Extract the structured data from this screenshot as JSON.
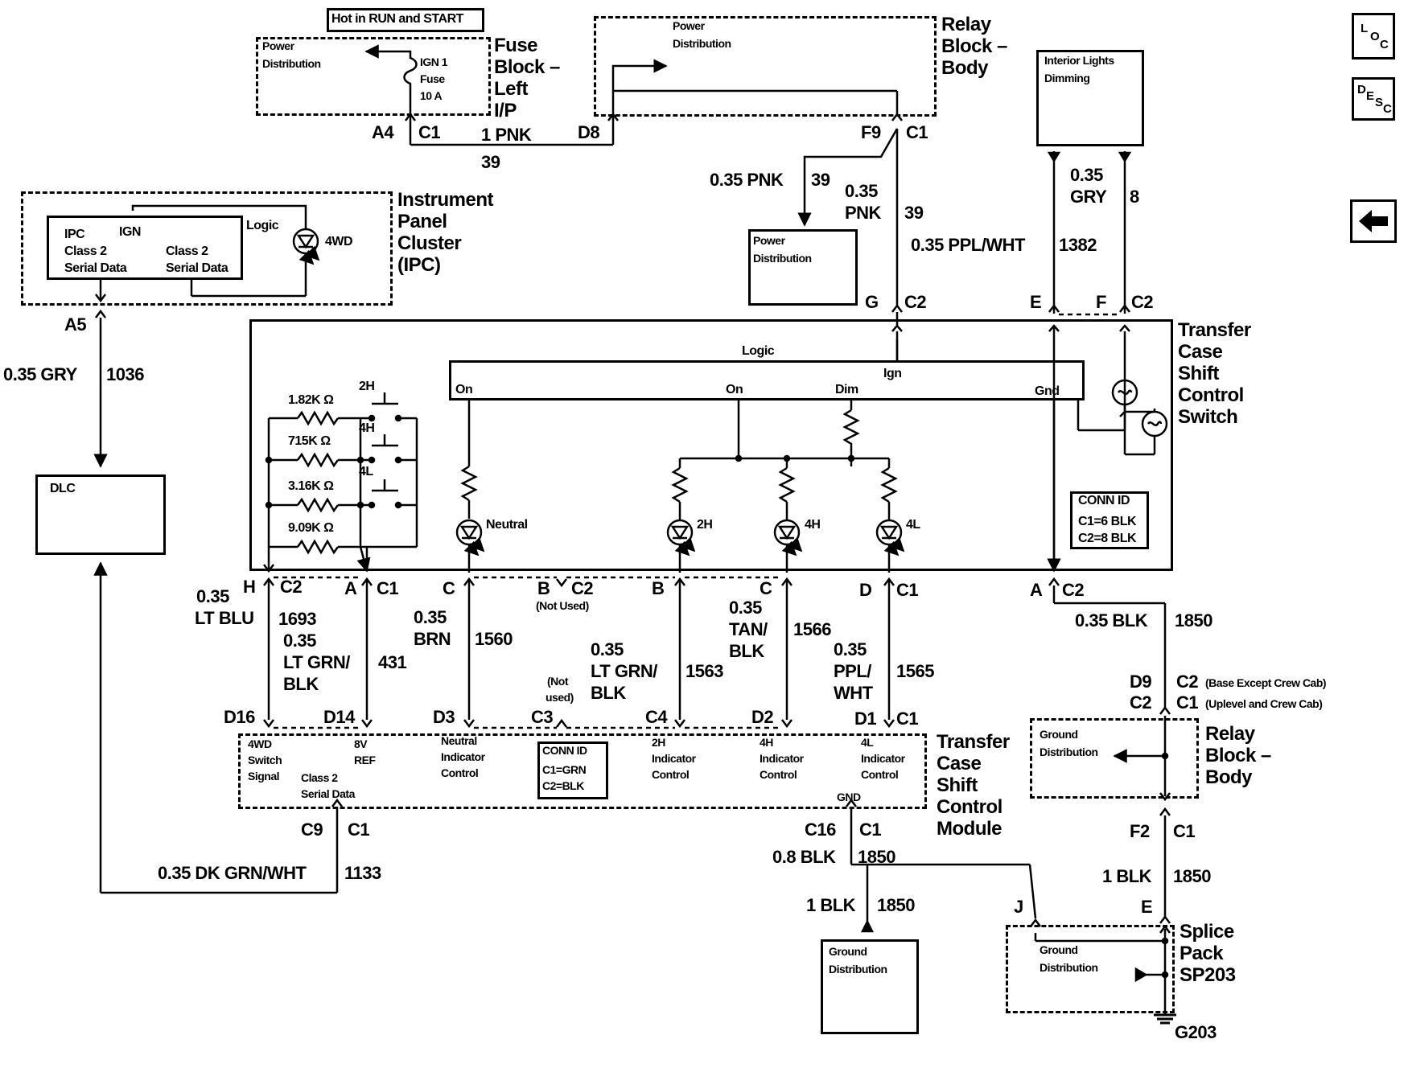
{
  "labels": {
    "hot_in_run_start": "Hot in RUN and START",
    "pd1_line1": "Power",
    "pd1_line2": "Distribution",
    "fuse_line1": "IGN 1",
    "fuse_line2": "Fuse",
    "fuse_line3": "10 A",
    "fuse_block_1": "Fuse",
    "fuse_block_2": "Block –",
    "fuse_block_3": "Left",
    "fuse_block_4": "I/P",
    "pd2_line1": "Power",
    "pd2_line2": "Distribution",
    "relay_block_top_1": "Relay",
    "relay_block_top_2": "Block –",
    "relay_block_top_3": "Body",
    "a4": "A4",
    "c1_a4": "C1",
    "wire_1pnk": "1 PNK",
    "d8": "D8",
    "n39_top": "39",
    "f9": "F9",
    "c1_f9": "C1",
    "wire_035pnk_a": "0.35 PNK",
    "n39_a": "39",
    "wire_035_b": "0.35",
    "wire_pnk_b": "PNK",
    "n39_b": "39",
    "pd3_line1": "Power",
    "pd3_line2": "Distribution",
    "ild_line1": "Interior Lights",
    "ild_line2": "Dimming",
    "wire_035_gry": "0.35",
    "wire_gry": "GRY",
    "n8": "8",
    "wire_pplwht": "0.35 PPL/WHT",
    "n1382": "1382",
    "g_pin": "G",
    "c2_g": "C2",
    "e_pin": "E",
    "f_pin": "F",
    "c2_ef": "C2",
    "ipc_ipc": "IPC",
    "ipc_ign": "IGN",
    "ipc_class2_a": "Class 2",
    "ipc_serial_a": "Serial Data",
    "ipc_class2_b": "Class 2",
    "ipc_serial_b": "Serial Data",
    "ipc_logic": "Logic",
    "ipc_4wd": "4WD",
    "ipc_title_1": "Instrument",
    "ipc_title_2": "Panel",
    "ipc_title_3": "Cluster",
    "ipc_title_4": "(IPC)",
    "a5": "A5",
    "wire_035gry_dlc": "0.35 GRY",
    "n1036": "1036",
    "dlc": "DLC",
    "tc_title_1": "Transfer",
    "tc_title_2": "Case",
    "tc_title_3": "Shift",
    "tc_title_4": "Control",
    "tc_title_5": "Switch",
    "logic": "Logic",
    "ign": "Ign",
    "on_left": "On",
    "on_mid": "On",
    "dim": "Dim",
    "gnd": "Gnd",
    "sw_2h": "2H",
    "sw_4h": "4H",
    "sw_4l": "4L",
    "r_182": "1.82K Ω",
    "r_715": "715K Ω",
    "r_316": "3.16K Ω",
    "r_909": "9.09K Ω",
    "led_neutral": "Neutral",
    "led_2h": "2H",
    "led_4h": "4H",
    "led_4l": "4L",
    "conn_id_sw": "CONN ID",
    "conn_c1_sw": "C1=6 BLK",
    "conn_c2_sw": "C2=8 BLK",
    "pin_h": "H",
    "pin_h_c2": "C2",
    "pin_a": "A",
    "pin_a_c1": "C1",
    "pin_c": "C",
    "pin_b_nu": "B",
    "pin_b_nu_c2": "C2",
    "not_used": "(Not Used)",
    "pin_b": "B",
    "pin_c2": "C",
    "pin_d": "D",
    "pin_d_c1": "C1",
    "pin_a_r": "A",
    "pin_a_r_c2": "C2",
    "w_035_ltblu": "0.35",
    "w_ltblu": "LT BLU",
    "n1693": "1693",
    "w_035_ltgrn": "0.35",
    "w_ltgrn": "LT GRN/",
    "w_blk_a": "BLK",
    "n431": "431",
    "w_035_brn": "0.35",
    "w_brn": "BRN",
    "n1560": "1560",
    "w_035_ltgrn2": "0.35",
    "w_ltgrn2": "LT GRN/",
    "w_blk_b": "BLK",
    "n1563": "1563",
    "w_035_tan": "0.35",
    "w_tan": "TAN/",
    "w_blk_c": "BLK",
    "n1566": "1566",
    "w_035_ppl": "0.35",
    "w_ppl": "PPL/",
    "w_wht": "WHT",
    "n1565": "1565",
    "w_035blk": "0.35 BLK",
    "n1850_a": "1850",
    "not_used2_1": "(Not",
    "not_used2_2": "used)",
    "d16": "D16",
    "d14": "D14",
    "d3": "D3",
    "c3": "C3",
    "c4": "C4",
    "d2": "D2",
    "d1": "D1",
    "c1_d1": "C1",
    "d9": "D9",
    "c2_d9": "C2",
    "base_except": "(Base Except Crew Cab)",
    "c2_b": "C2",
    "c1_b": "C1",
    "uplevel": "(Uplevel and Crew Cab)",
    "m_4wd_1": "4WD",
    "m_4wd_2": "Switch",
    "m_4wd_3": "Signal",
    "m_8v_1": "8V",
    "m_8v_2": "REF",
    "m_class2_1": "Class 2",
    "m_class2_2": "Serial Data",
    "m_neutral_1": "Neutral",
    "m_neutral_2": "Indicator",
    "m_neutral_3": "Control",
    "m_conn_id": "CONN ID",
    "m_conn_c1": "C1=GRN",
    "m_conn_c2": "C2=BLK",
    "m_2h_1": "2H",
    "m_2h_2": "Indicator",
    "m_2h_3": "Control",
    "m_4h_1": "4H",
    "m_4h_2": "Indicator",
    "m_4h_3": "Control",
    "m_4l_1": "4L",
    "m_4l_2": "Indicator",
    "m_4l_3": "Control",
    "m_gnd": "GND",
    "tcm_title_1": "Transfer",
    "tcm_title_2": "Case",
    "tcm_title_3": "Shift",
    "tcm_title_4": "Control",
    "tcm_title_5": "Module",
    "gd_top_1": "Ground",
    "gd_top_2": "Distribution",
    "rb2_1": "Relay",
    "rb2_2": "Block –",
    "rb2_3": "Body",
    "c9": "C9",
    "c1_c9": "C1",
    "wire_dkgrn": "0.35 DK GRN/WHT",
    "n1133": "1133",
    "c16": "C16",
    "c1_c16": "C1",
    "wire_08blk": "0.8 BLK",
    "n1850_b": "1850",
    "f2": "F2",
    "c1_f2": "C1",
    "wire_1blk_a": "1 BLK",
    "n1850_c": "1850",
    "wire_1blk_b": "1 BLK",
    "n1850_d": "1850",
    "j_pin": "J",
    "e_pin2": "E",
    "gd_bot_1": "Ground",
    "gd_bot_2": "Distribution",
    "gd_sp_1": "Ground",
    "gd_sp_2": "Distribution",
    "splice_1": "Splice",
    "splice_2": "Pack",
    "splice_3": "SP203",
    "g203": "G203"
  },
  "nav": {
    "loc": {
      "l1": "L",
      "l2": "O",
      "l3": "C"
    },
    "desc": {
      "l1": "D",
      "l2": "E",
      "l3": "S",
      "l4": "C"
    },
    "back_icon": "arrow-left-icon"
  }
}
